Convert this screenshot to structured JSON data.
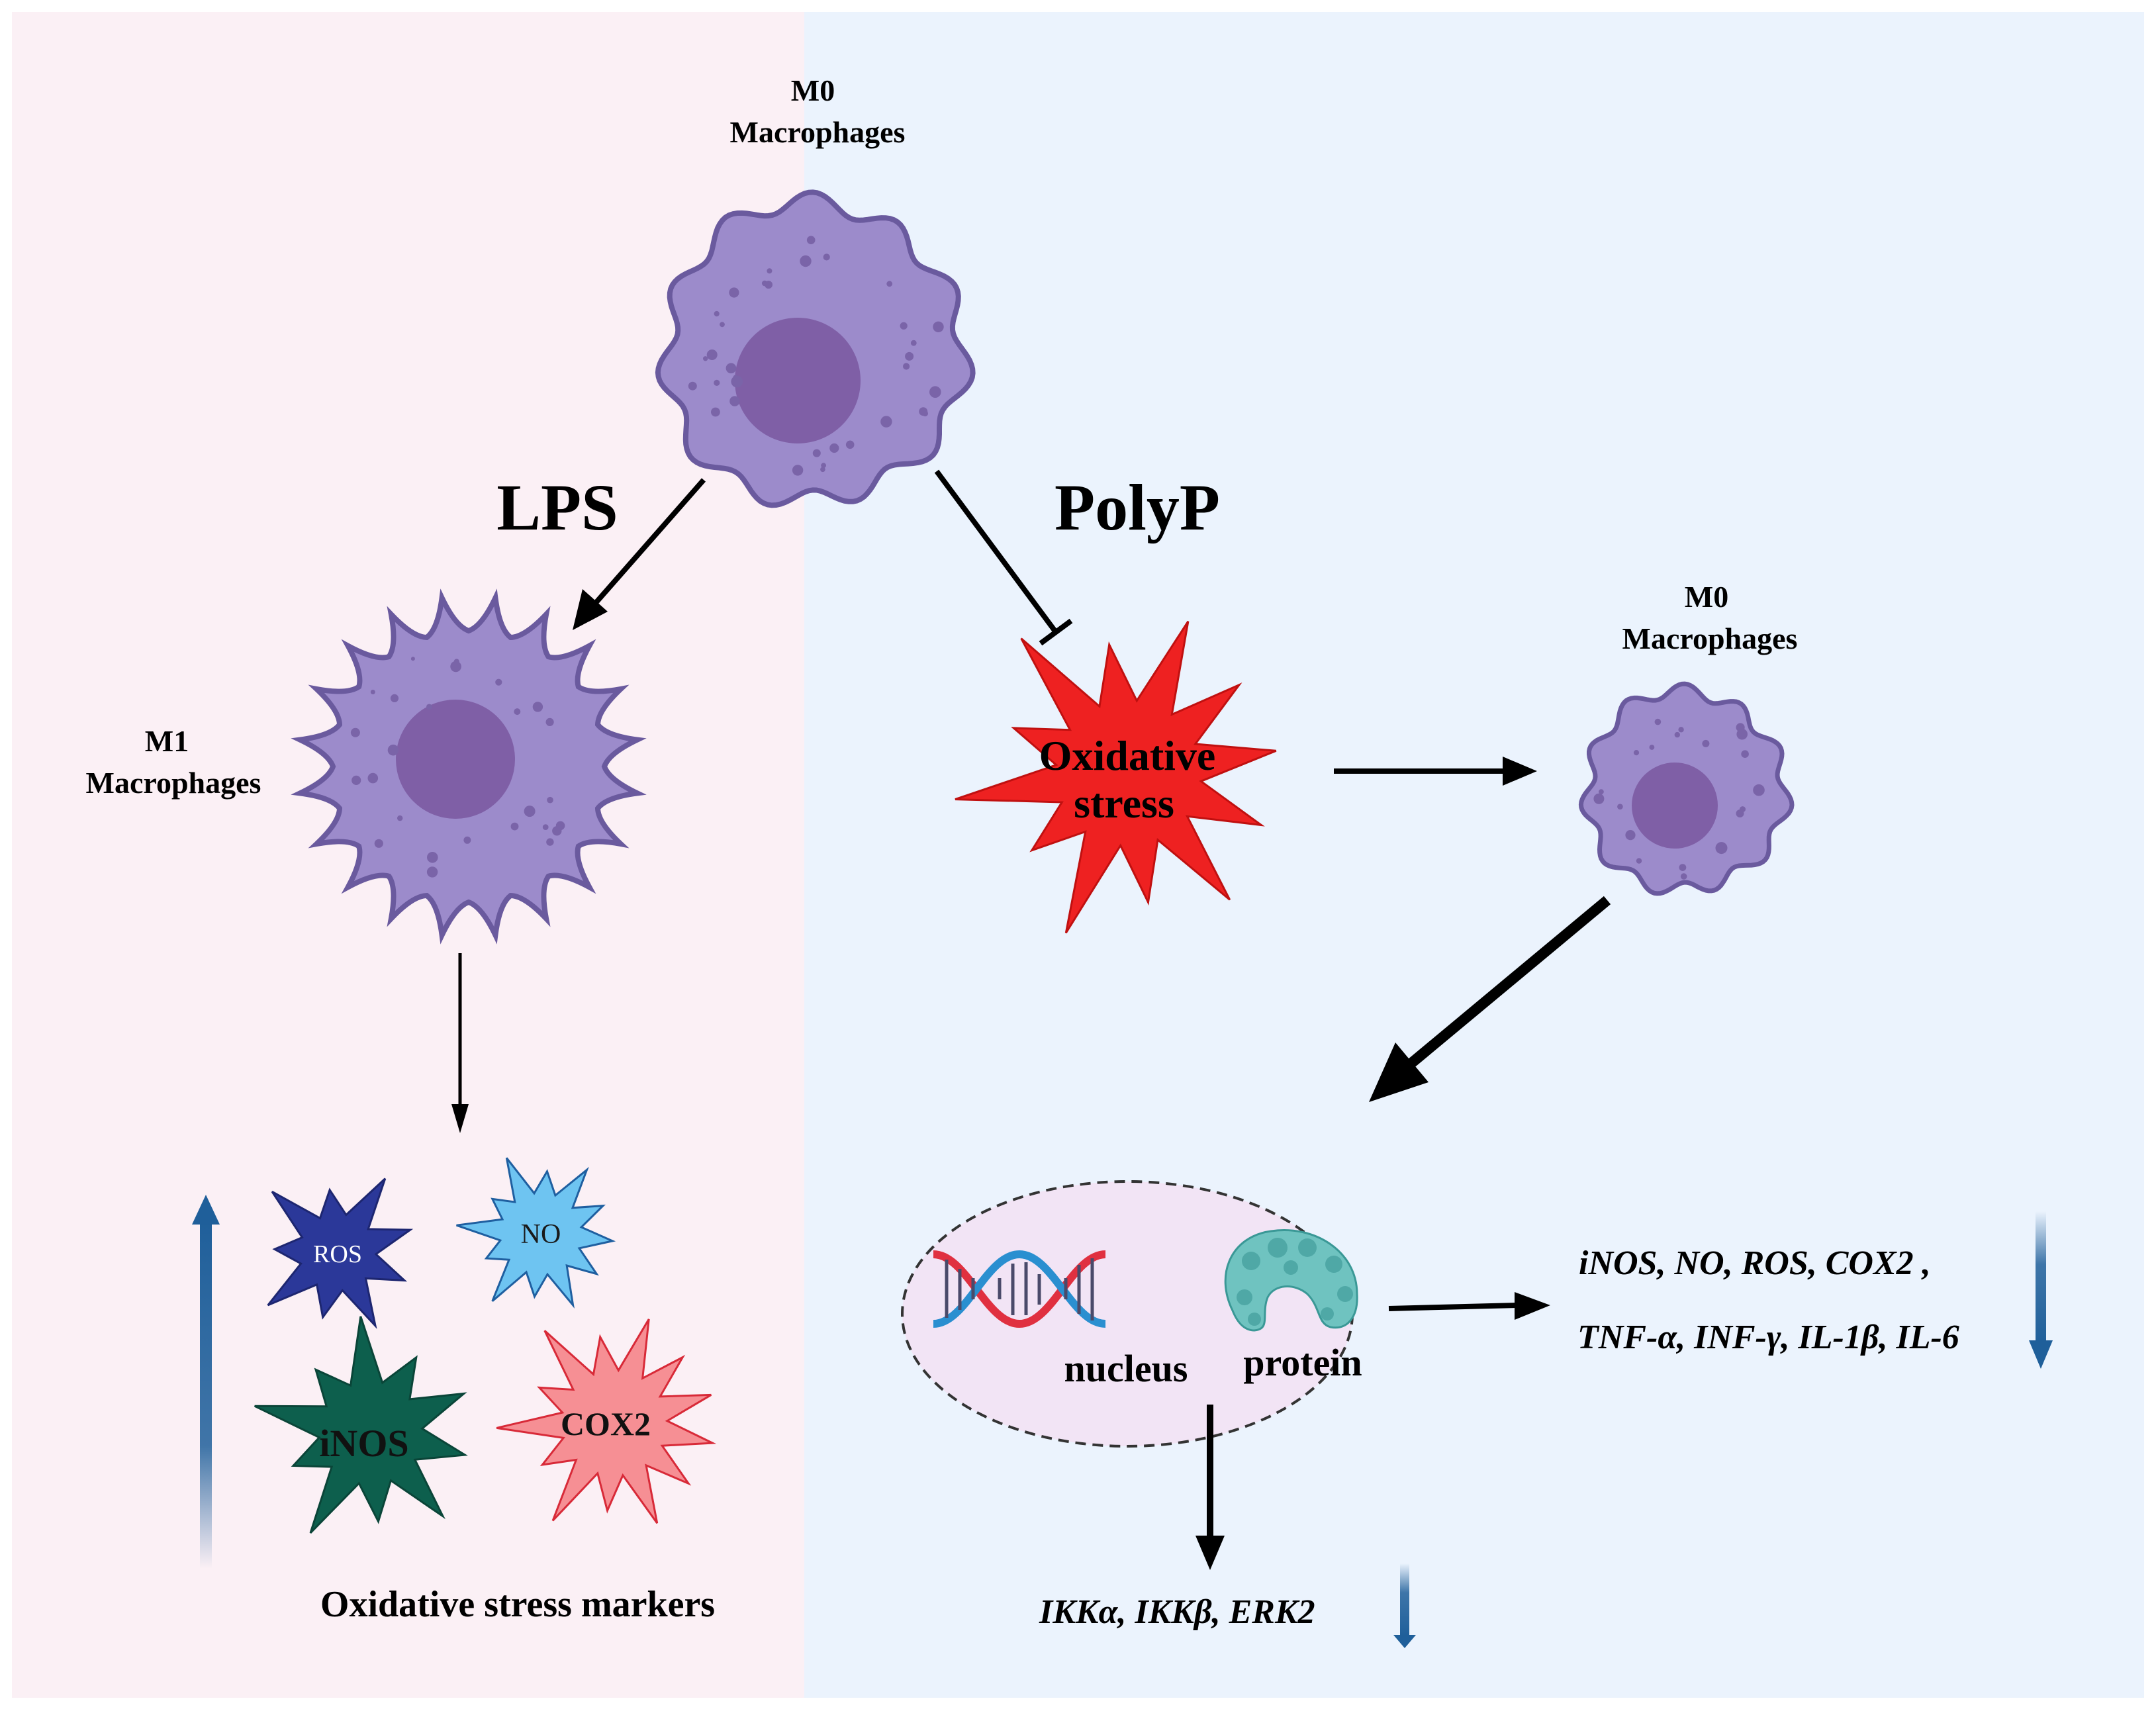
{
  "top_cell": {
    "line1": "M0",
    "line2": "Macrophages"
  },
  "lps_label": "LPS",
  "polyp_label": "PolyP",
  "m1_cell": {
    "line1": "M1",
    "line2": "Macrophages"
  },
  "right_cell": {
    "line1": "M0",
    "line2": "Macrophages"
  },
  "oxidative_burst": {
    "line1": "Oxidative",
    "line2": "stress"
  },
  "markers": {
    "ros": "ROS",
    "no": "NO",
    "inos": "iNOS",
    "cox2": "COX2",
    "caption": "Oxidative stress markers"
  },
  "ellipse": {
    "nucleus": "nucleus",
    "protein": "protein"
  },
  "downregulated_list": {
    "line1": "iNOS, NO, ROS, COX2 ,",
    "line2": "TNF-α, INF-γ, IL-1β, IL-6"
  },
  "pathway_list": "IKKα, IKKβ,  ERK2",
  "colors": {
    "left_panel": "#fbf0f5",
    "right_panel": "#ebf3fd",
    "cell_fill": "#9c8bcb",
    "nucleus_fill": "#7f5fa6",
    "ros_fill": "#2b3899",
    "no_fill": "#6ec4f1",
    "inos_fill": "#0d5f4d",
    "cox2_fill": "#f68f94",
    "oxidative_fill": "#ee2121",
    "ellipse_fill": "#f2e4f5",
    "trend_arrow": "#1f5f9a"
  }
}
